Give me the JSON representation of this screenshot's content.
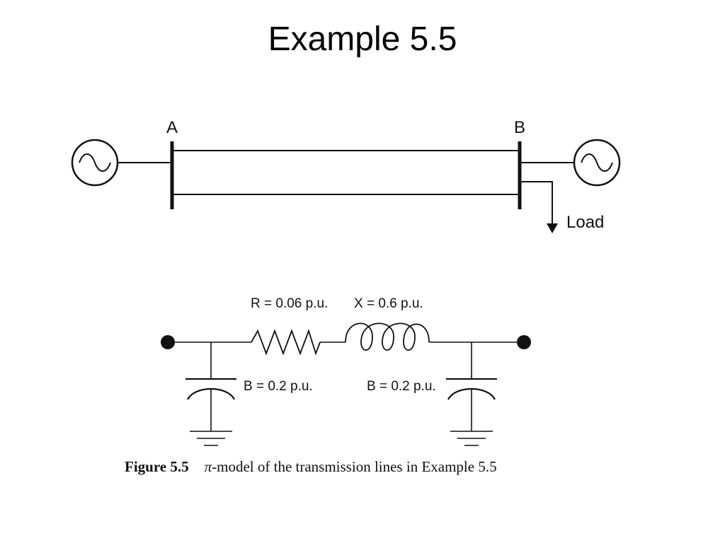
{
  "slide": {
    "title": "Example 5.5"
  },
  "one_line": {
    "bus_a_label": "A",
    "bus_b_label": "B",
    "load_label": "Load",
    "sources": [
      "ac-source-left",
      "ac-source-right"
    ]
  },
  "pi_model": {
    "resistance_label": "R = 0.06 p.u.",
    "reactance_label": "X = 0.6 p.u.",
    "left_shunt_label": "B = 0.2 p.u.",
    "right_shunt_label": "B = 0.2 p.u."
  },
  "caption": {
    "figure_number": "Figure 5.5",
    "pi_symbol": "π",
    "text": "-model of the transmission lines in Example 5.5"
  }
}
